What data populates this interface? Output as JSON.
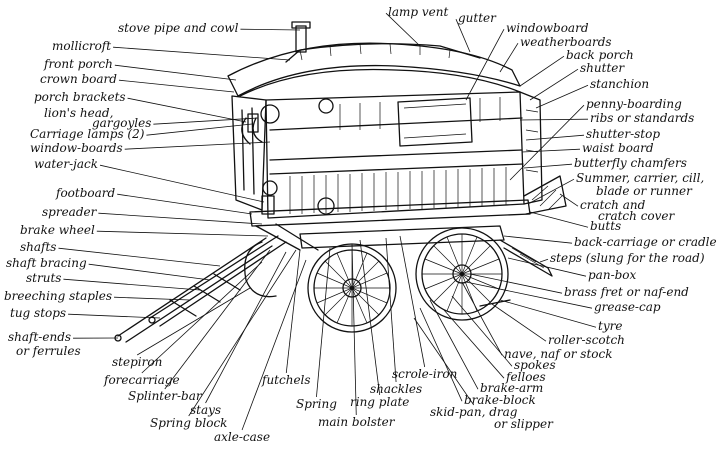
{
  "labels_left": [
    "stove pipe and cowl",
    "mollicroft",
    "front porch",
    "crown board",
    "porch brackets",
    "lion's head,",
    "gargoyles",
    "Carriage lamps (2)",
    "window-boards",
    "water-jack",
    "footboard",
    "spreader",
    "brake wheel",
    "shafts",
    "shaft bracing",
    "struts",
    "breeching staples",
    "tug stops",
    "shaft-ends",
    "or ferrules"
  ],
  "labels_top": [
    "lamp vent",
    "gutter",
    "windowboard",
    "weatherboards"
  ],
  "labels_right": [
    "back porch",
    "shutter",
    "stanchion",
    "penny-boarding",
    "ribs or standards",
    "shutter-stop",
    "waist board",
    "butterfly chamfers",
    "Summer, carrier, cill,",
    "blade or runner",
    "cratch and",
    "cratch cover",
    "butts",
    "back-carriage or cradle",
    "steps (slung for the road)",
    "pan-box",
    "brass fret or naf-end",
    "grease-cap",
    "tyre",
    "roller-scotch",
    "nave, naf or stock",
    "spokes",
    "felloes",
    "brake-arm",
    "brake-block",
    "skid-pan, drag",
    "or slipper"
  ],
  "labels_bottom": [
    "stepiron",
    "forecarriage",
    "Splinter-bar",
    "stays",
    "Spring block",
    "axle-case",
    "futchels",
    "Spring",
    "main bolster",
    "ring plate",
    "shackles",
    "scrole-iron"
  ]
}
